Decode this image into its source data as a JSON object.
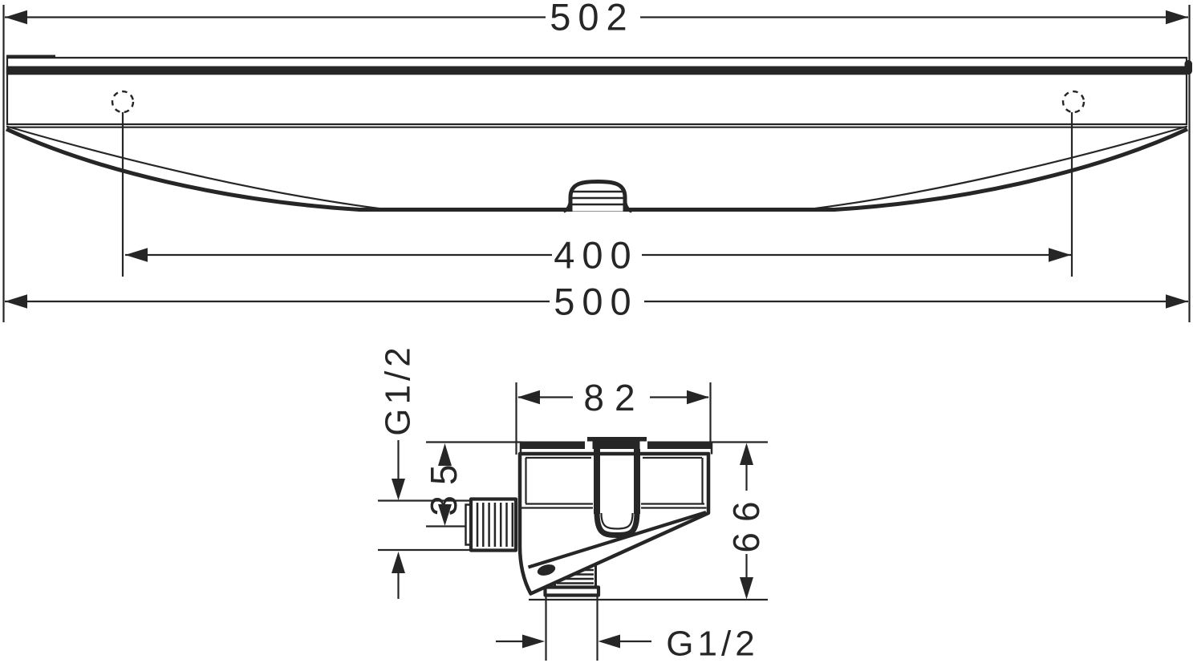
{
  "figure": {
    "type": "technical-drawing",
    "front_view": {
      "overall_width": "502",
      "mounting_hole_spacing": "400",
      "body_width": "500"
    },
    "side_view": {
      "depth": "82",
      "inlet_thread": "G1/2",
      "inlet_center_offset": "35",
      "overall_height": "66",
      "outlet_thread": "G1/2"
    },
    "colors": {
      "line": "#262626",
      "background": "#ffffff"
    }
  }
}
